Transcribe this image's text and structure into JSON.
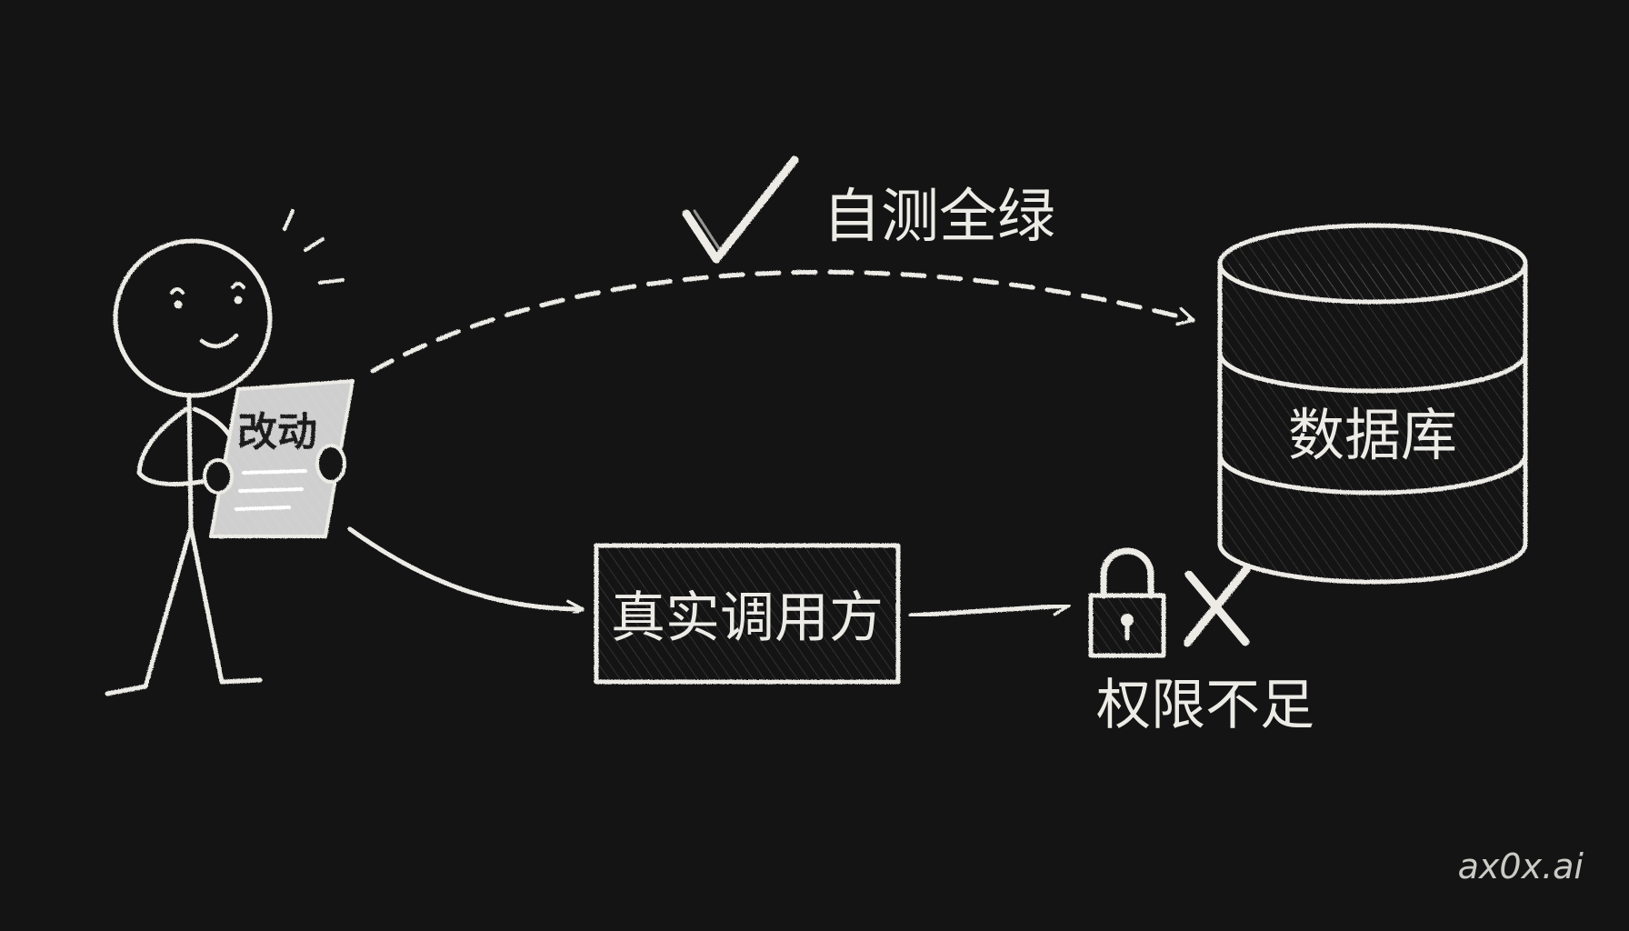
{
  "labels": {
    "self_test": "自测全绿",
    "database": "数据库",
    "real_caller": "真实调用方",
    "permission_denied": "权限不足",
    "document": "改动",
    "watermark": "ax0x.ai"
  },
  "icons": {
    "check": "check-icon",
    "lock": "lock-icon",
    "cross": "cross-icon",
    "database": "database-cylinder-icon",
    "person": "stick-figure-icon"
  },
  "colors": {
    "background": "#141414",
    "chalk": "#ecebe6",
    "paper": "#cfcfcf"
  }
}
